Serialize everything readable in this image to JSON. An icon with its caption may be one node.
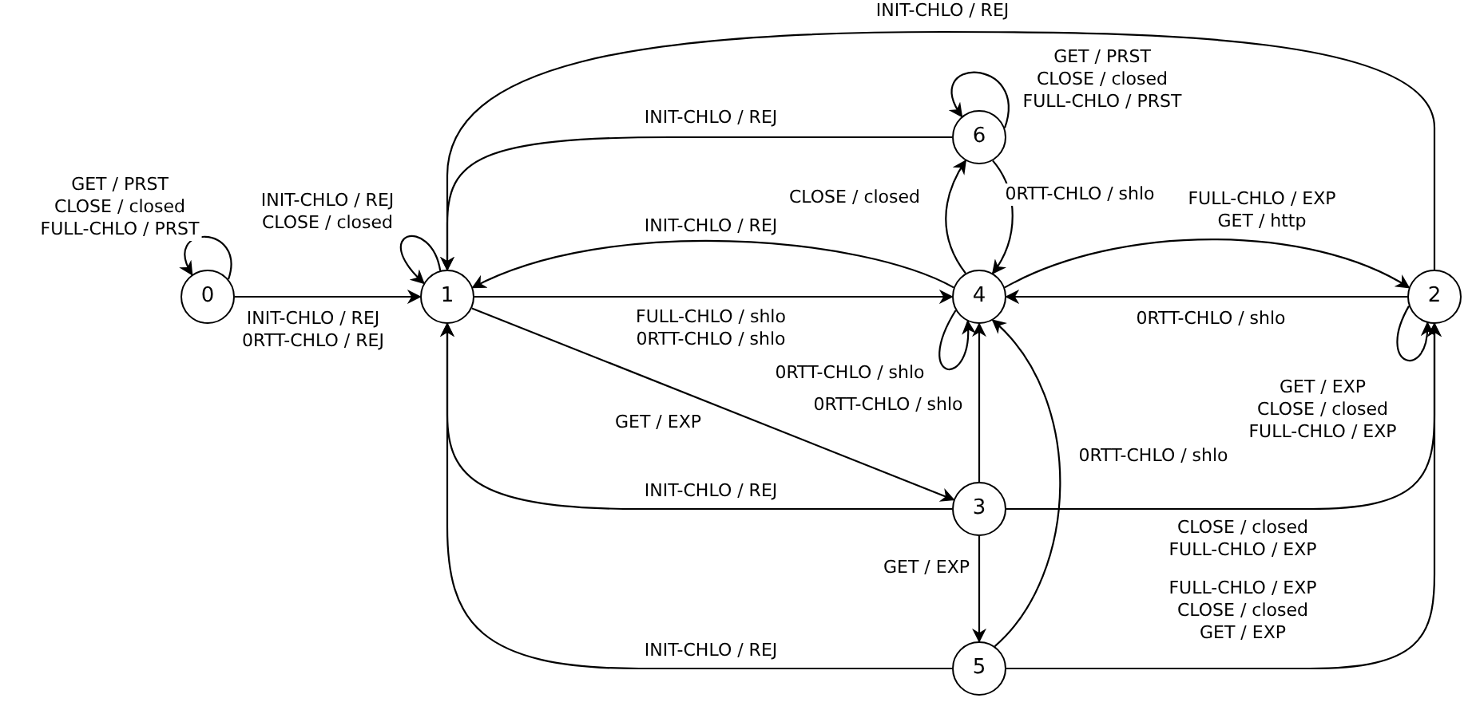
{
  "diagram": {
    "nodes": [
      {
        "text": [
          "0"
        ]
      },
      {
        "text": [
          "1"
        ]
      },
      {
        "text": [
          "2"
        ]
      },
      {
        "text": [
          "3"
        ]
      },
      {
        "text": [
          "4"
        ]
      },
      {
        "text": [
          "5"
        ]
      },
      {
        "text": [
          "6"
        ]
      }
    ],
    "edges": [
      {
        "from": 0,
        "to": 0,
        "arrow": "to",
        "label": "GET / PRST CLOSE / closed FULL-CHLO / PRST"
      },
      {
        "from": 0,
        "to": 1,
        "arrow": "to",
        "label": "INIT-CHLO / REJ 0RTT-CHLO / REJ"
      },
      {
        "from": 1,
        "to": 1,
        "arrow": "to",
        "label": "INIT-CHLO / REJ CLOSE / closed"
      },
      {
        "from": 2,
        "to": 1,
        "arrow": "to",
        "label": "INIT-CHLO / REJ"
      },
      {
        "from": 6,
        "to": 1,
        "arrow": "to",
        "label": "INIT-CHLO / REJ"
      },
      {
        "from": 4,
        "to": 1,
        "arrow": "to",
        "label": "INIT-CHLO / REJ"
      },
      {
        "from": 1,
        "to": 4,
        "arrow": "to",
        "label": "FULL-CHLO / shlo 0RTT-CHLO / shlo"
      },
      {
        "from": 4,
        "to": 4,
        "arrow": "to",
        "label": "0RTT-CHLO / shlo"
      },
      {
        "from": 1,
        "to": 3,
        "arrow": "to",
        "label": "GET / EXP"
      },
      {
        "from": 3,
        "to": 1,
        "arrow": "to",
        "label": "INIT-CHLO / REJ"
      },
      {
        "from": 5,
        "to": 1,
        "arrow": "to",
        "label": "INIT-CHLO / REJ"
      },
      {
        "from": 4,
        "to": 6,
        "arrow": "to",
        "label": "CLOSE / closed"
      },
      {
        "from": 6,
        "to": 4,
        "arrow": "to",
        "label": "0RTT-CHLO / shlo"
      },
      {
        "from": 6,
        "to": 6,
        "arrow": "to",
        "label": "GET / PRST CLOSE / closed FULL-CHLO / PRST"
      },
      {
        "from": 4,
        "to": 2,
        "arrow": "to",
        "label": "FULL-CHLO / EXP GET / http"
      },
      {
        "from": 2,
        "to": 4,
        "arrow": "to",
        "label": "0RTT-CHLO / shlo"
      },
      {
        "from": 2,
        "to": 2,
        "arrow": "to",
        "label": "GET / EXP CLOSE / closed FULL-CHLO / EXP"
      },
      {
        "from": 3,
        "to": 4,
        "arrow": "to",
        "label": "0RTT-CHLO / shlo"
      },
      {
        "from": 3,
        "to": 2,
        "arrow": "to",
        "label": "CLOSE / closed FULL-CHLO / EXP"
      },
      {
        "from": 3,
        "to": 5,
        "arrow": "to",
        "label": "GET / EXP"
      },
      {
        "from": 5,
        "to": 4,
        "arrow": "to",
        "label": "0RTT-CHLO / shlo"
      },
      {
        "from": 5,
        "to": 2,
        "arrow": "to",
        "label": "FULL-CHLO / EXP CLOSE / closed GET / EXP"
      }
    ]
  }
}
